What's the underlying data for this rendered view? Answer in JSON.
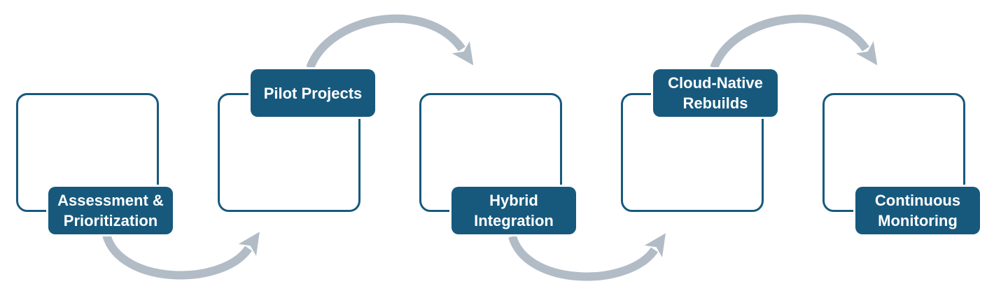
{
  "diagram": {
    "type": "process-flow",
    "background": "#ffffff",
    "steps": [
      {
        "id": "assessment-prioritization",
        "lines": [
          "Assessment &",
          "Prioritization"
        ],
        "label_position": "bottom"
      },
      {
        "id": "pilot-projects",
        "lines": [
          "Pilot Projects"
        ],
        "label_position": "top"
      },
      {
        "id": "hybrid-integration",
        "lines": [
          "Hybrid",
          "Integration"
        ],
        "label_position": "bottom"
      },
      {
        "id": "cloud-native-rebuilds",
        "lines": [
          "Cloud-Native",
          "Rebuilds"
        ],
        "label_position": "top"
      },
      {
        "id": "continuous-monitoring",
        "lines": [
          "Continuous",
          "Monitoring"
        ],
        "label_position": "bottom"
      }
    ],
    "arrows": [
      {
        "from": "assessment-prioritization",
        "to": "pilot-projects",
        "curve": "below",
        "direction": "up-right"
      },
      {
        "from": "pilot-projects",
        "to": "hybrid-integration",
        "curve": "above",
        "direction": "down-right"
      },
      {
        "from": "hybrid-integration",
        "to": "cloud-native-rebuilds",
        "curve": "below",
        "direction": "up-right"
      },
      {
        "from": "cloud-native-rebuilds",
        "to": "continuous-monitoring",
        "curve": "above",
        "direction": "down-right"
      }
    ],
    "colors": {
      "accent_teal": "#17597d",
      "arrow_gray": "#b2bcc6",
      "label_text": "#ffffff",
      "background": "#ffffff"
    }
  }
}
